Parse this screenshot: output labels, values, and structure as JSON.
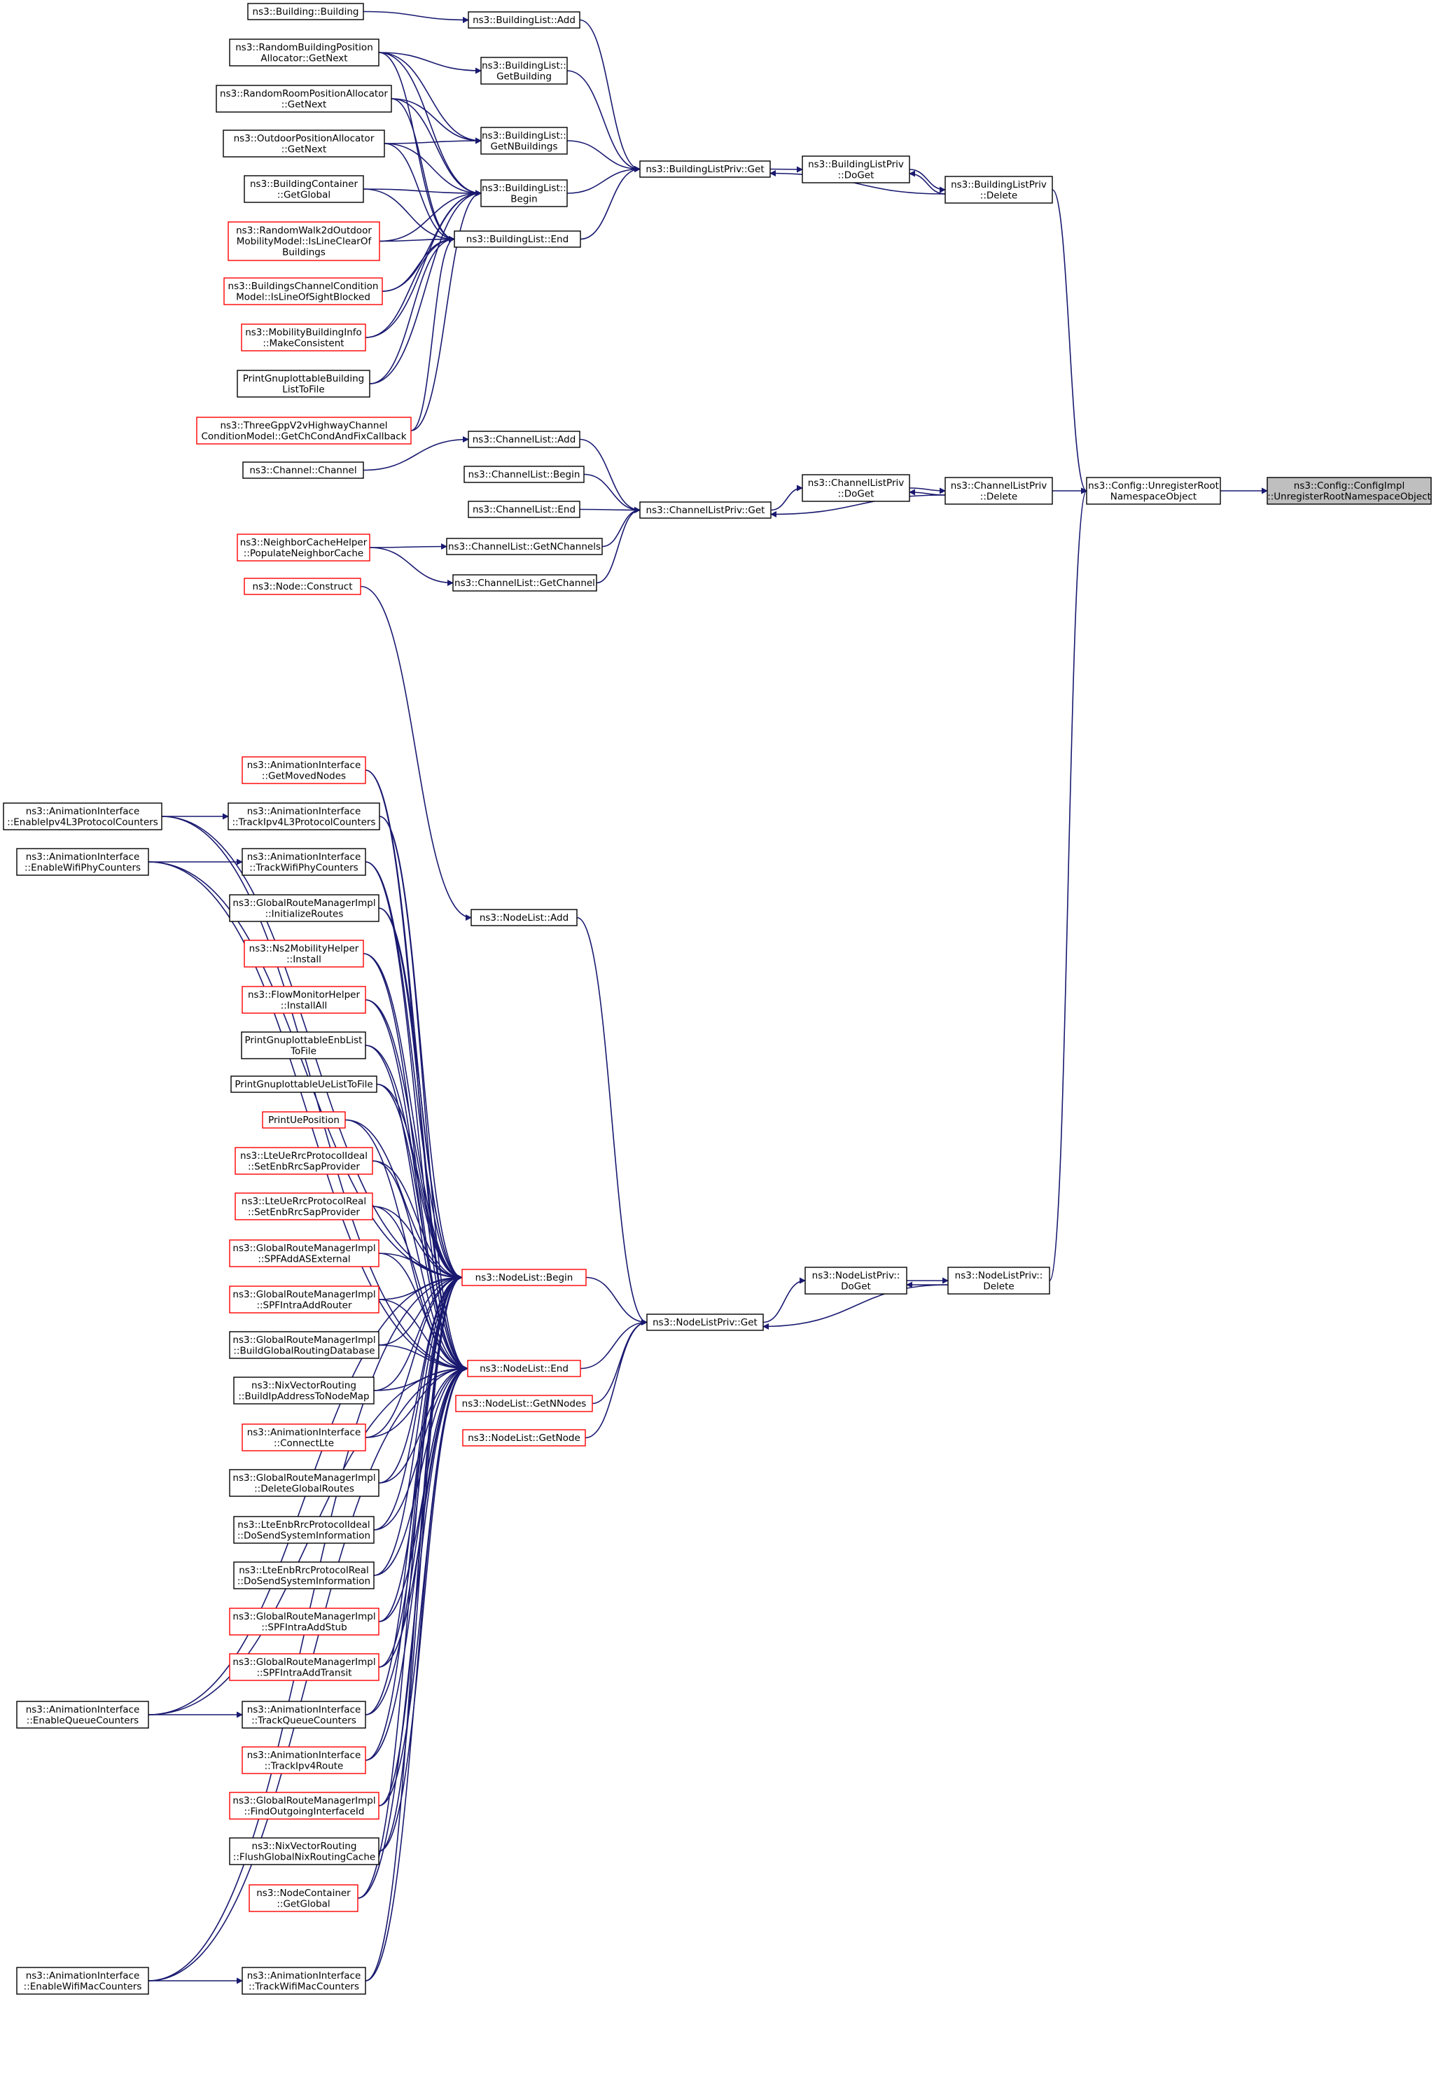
{
  "graph": {
    "title": "",
    "nodes": [
      {
        "id": "root",
        "lines": [
          "ns3::Config::ConfigImpl",
          "::UnregisterRootNamespaceObject"
        ],
        "style": "root"
      },
      {
        "id": "unreg",
        "lines": [
          "ns3::Config::UnregisterRoot",
          "NamespaceObject"
        ],
        "style": "black"
      },
      {
        "id": "blpDelete",
        "lines": [
          "ns3::BuildingListPriv",
          "::Delete"
        ],
        "style": "black"
      },
      {
        "id": "blpDoGet",
        "lines": [
          "ns3::BuildingListPriv",
          "::DoGet"
        ],
        "style": "black"
      },
      {
        "id": "blpGet",
        "lines": [
          "ns3::BuildingListPriv::Get"
        ],
        "style": "black"
      },
      {
        "id": "blAdd",
        "lines": [
          "ns3::BuildingList::Add"
        ],
        "style": "black"
      },
      {
        "id": "blGetBuilding",
        "lines": [
          "ns3::BuildingList::",
          "GetBuilding"
        ],
        "style": "black"
      },
      {
        "id": "blGetN",
        "lines": [
          "ns3::BuildingList::",
          "GetNBuildings"
        ],
        "style": "black"
      },
      {
        "id": "blBegin",
        "lines": [
          "ns3::BuildingList::",
          "Begin"
        ],
        "style": "black"
      },
      {
        "id": "blEnd",
        "lines": [
          "ns3::BuildingList::End"
        ],
        "style": "black"
      },
      {
        "id": "building",
        "lines": [
          "ns3::Building::Building"
        ],
        "style": "black"
      },
      {
        "id": "rbpa",
        "lines": [
          "ns3::RandomBuildingPosition",
          "Allocator::GetNext"
        ],
        "style": "black"
      },
      {
        "id": "rrpa",
        "lines": [
          "ns3::RandomRoomPositionAllocator",
          "::GetNext"
        ],
        "style": "black"
      },
      {
        "id": "opa",
        "lines": [
          "ns3::OutdoorPositionAllocator",
          "::GetNext"
        ],
        "style": "black"
      },
      {
        "id": "bcGlobal",
        "lines": [
          "ns3::BuildingContainer",
          "::GetGlobal"
        ],
        "style": "black"
      },
      {
        "id": "rw2d",
        "lines": [
          "ns3::RandomWalk2dOutdoor",
          "MobilityModel::IsLineClearOf",
          "Buildings"
        ],
        "style": "red"
      },
      {
        "id": "bccm",
        "lines": [
          "ns3::BuildingsChannelCondition",
          "Model::IsLineOfSightBlocked"
        ],
        "style": "red"
      },
      {
        "id": "mbi",
        "lines": [
          "ns3::MobilityBuildingInfo",
          "::MakeConsistent"
        ],
        "style": "red"
      },
      {
        "id": "pgbl",
        "lines": [
          "PrintGnuplottableBuilding",
          "ListToFile"
        ],
        "style": "black"
      },
      {
        "id": "tgpp",
        "lines": [
          "ns3::ThreeGppV2vHighwayChannel",
          "ConditionModel::GetChCondAndFixCallback"
        ],
        "style": "red"
      },
      {
        "id": "clAdd",
        "lines": [
          "ns3::ChannelList::Add"
        ],
        "style": "black"
      },
      {
        "id": "channel",
        "lines": [
          "ns3::Channel::Channel"
        ],
        "style": "black"
      },
      {
        "id": "clBegin",
        "lines": [
          "ns3::ChannelList::Begin"
        ],
        "style": "black"
      },
      {
        "id": "clEnd",
        "lines": [
          "ns3::ChannelList::End"
        ],
        "style": "black"
      },
      {
        "id": "clpGet",
        "lines": [
          "ns3::ChannelListPriv::Get"
        ],
        "style": "black"
      },
      {
        "id": "clpDoGet",
        "lines": [
          "ns3::ChannelListPriv",
          "::DoGet"
        ],
        "style": "black"
      },
      {
        "id": "clpDelete",
        "lines": [
          "ns3::ChannelListPriv",
          "::Delete"
        ],
        "style": "black"
      },
      {
        "id": "nch",
        "lines": [
          "ns3::NeighborCacheHelper",
          "::PopulateNeighborCache"
        ],
        "style": "red"
      },
      {
        "id": "clGetN",
        "lines": [
          "ns3::ChannelList::GetNChannels"
        ],
        "style": "black"
      },
      {
        "id": "clGetCh",
        "lines": [
          "ns3::ChannelList::GetChannel"
        ],
        "style": "black"
      },
      {
        "id": "nodeConstruct",
        "lines": [
          "ns3::Node::Construct"
        ],
        "style": "red"
      },
      {
        "id": "nlAdd",
        "lines": [
          "ns3::NodeList::Add"
        ],
        "style": "black"
      },
      {
        "id": "nlBegin",
        "lines": [
          "ns3::NodeList::Begin"
        ],
        "style": "red"
      },
      {
        "id": "nlEnd",
        "lines": [
          "ns3::NodeList::End"
        ],
        "style": "red"
      },
      {
        "id": "nlGetN",
        "lines": [
          "ns3::NodeList::GetNNodes"
        ],
        "style": "red"
      },
      {
        "id": "nlGetNode",
        "lines": [
          "ns3::NodeList::GetNode"
        ],
        "style": "red"
      },
      {
        "id": "nlpGet",
        "lines": [
          "ns3::NodeListPriv::Get"
        ],
        "style": "black"
      },
      {
        "id": "nlpDoGet",
        "lines": [
          "ns3::NodeListPriv::",
          "DoGet"
        ],
        "style": "black"
      },
      {
        "id": "nlpDelete",
        "lines": [
          "ns3::NodeListPriv::",
          "Delete"
        ],
        "style": "black"
      },
      {
        "id": "aiEnIpv4",
        "lines": [
          "ns3::AnimationInterface",
          "::EnableIpv4L3ProtocolCounters"
        ],
        "style": "black"
      },
      {
        "id": "aiEnWifiPhy",
        "lines": [
          "ns3::AnimationInterface",
          "::EnableWifiPhyCounters"
        ],
        "style": "black"
      },
      {
        "id": "aiEnQueue",
        "lines": [
          "ns3::AnimationInterface",
          "::EnableQueueCounters"
        ],
        "style": "black"
      },
      {
        "id": "aiEnWifiMac",
        "lines": [
          "ns3::AnimationInterface",
          "::EnableWifiMacCounters"
        ],
        "style": "black"
      },
      {
        "id": "aiMoved",
        "lines": [
          "ns3::AnimationInterface",
          "::GetMovedNodes"
        ],
        "style": "red"
      },
      {
        "id": "aiTrIpv4",
        "lines": [
          "ns3::AnimationInterface",
          "::TrackIpv4L3ProtocolCounters"
        ],
        "style": "black"
      },
      {
        "id": "aiTrWifiPhy",
        "lines": [
          "ns3::AnimationInterface",
          "::TrackWifiPhyCounters"
        ],
        "style": "black"
      },
      {
        "id": "grmInit",
        "lines": [
          "ns3::GlobalRouteManagerImpl",
          "::InitializeRoutes"
        ],
        "style": "black"
      },
      {
        "id": "ns2",
        "lines": [
          "ns3::Ns2MobilityHelper",
          "::Install"
        ],
        "style": "red"
      },
      {
        "id": "fmh",
        "lines": [
          "ns3::FlowMonitorHelper",
          "::InstallAll"
        ],
        "style": "red"
      },
      {
        "id": "pgEnb",
        "lines": [
          "PrintGnuplottableEnbList",
          "ToFile"
        ],
        "style": "black"
      },
      {
        "id": "pgUe",
        "lines": [
          "PrintGnuplottableUeListToFile"
        ],
        "style": "black"
      },
      {
        "id": "pUe",
        "lines": [
          "PrintUePosition"
        ],
        "style": "red"
      },
      {
        "id": "lteIdealSet",
        "lines": [
          "ns3::LteUeRrcProtocolIdeal",
          "::SetEnbRrcSapProvider"
        ],
        "style": "red"
      },
      {
        "id": "lteRealSet",
        "lines": [
          "ns3::LteUeRrcProtocolReal",
          "::SetEnbRrcSapProvider"
        ],
        "style": "red"
      },
      {
        "id": "grmAS",
        "lines": [
          "ns3::GlobalRouteManagerImpl",
          "::SPFAddASExternal"
        ],
        "style": "red"
      },
      {
        "id": "grmRouter",
        "lines": [
          "ns3::GlobalRouteManagerImpl",
          "::SPFIntraAddRouter"
        ],
        "style": "red"
      },
      {
        "id": "grmBuild",
        "lines": [
          "ns3::GlobalRouteManagerImpl",
          "::BuildGlobalRoutingDatabase"
        ],
        "style": "black"
      },
      {
        "id": "nixBuild",
        "lines": [
          "ns3::NixVectorRouting",
          "::BuildIpAddressToNodeMap"
        ],
        "style": "black"
      },
      {
        "id": "aiLte",
        "lines": [
          "ns3::AnimationInterface",
          "::ConnectLte"
        ],
        "style": "red"
      },
      {
        "id": "grmDel",
        "lines": [
          "ns3::GlobalRouteManagerImpl",
          "::DeleteGlobalRoutes"
        ],
        "style": "black"
      },
      {
        "id": "enbIdeal",
        "lines": [
          "ns3::LteEnbRrcProtocolIdeal",
          "::DoSendSystemInformation"
        ],
        "style": "black"
      },
      {
        "id": "enbReal",
        "lines": [
          "ns3::LteEnbRrcProtocolReal",
          "::DoSendSystemInformation"
        ],
        "style": "black"
      },
      {
        "id": "grmStub",
        "lines": [
          "ns3::GlobalRouteManagerImpl",
          "::SPFIntraAddStub"
        ],
        "style": "red"
      },
      {
        "id": "grmTransit",
        "lines": [
          "ns3::GlobalRouteManagerImpl",
          "::SPFIntraAddTransit"
        ],
        "style": "red"
      },
      {
        "id": "aiTrQueue",
        "lines": [
          "ns3::AnimationInterface",
          "::TrackQueueCounters"
        ],
        "style": "black"
      },
      {
        "id": "aiTrIpv4Route",
        "lines": [
          "ns3::AnimationInterface",
          "::TrackIpv4Route"
        ],
        "style": "red"
      },
      {
        "id": "grmFind",
        "lines": [
          "ns3::GlobalRouteManagerImpl",
          "::FindOutgoingInterfaceId"
        ],
        "style": "red"
      },
      {
        "id": "nixFlush",
        "lines": [
          "ns3::NixVectorRouting",
          "::FlushGlobalNixRoutingCache"
        ],
        "style": "black"
      },
      {
        "id": "ncGlobal",
        "lines": [
          "ns3::NodeContainer",
          "::GetGlobal"
        ],
        "style": "red"
      },
      {
        "id": "aiTrWifiMac",
        "lines": [
          "ns3::AnimationInterface",
          "::TrackWifiMacCounters"
        ],
        "style": "black"
      }
    ],
    "edges": [
      {
        "from": "unreg",
        "to": "root"
      },
      {
        "from": "blpDelete",
        "to": "unreg"
      },
      {
        "from": "clpDelete",
        "to": "unreg"
      },
      {
        "from": "nlpDelete",
        "to": "unreg"
      },
      {
        "from": "blpDoGet",
        "to": "blpDelete"
      },
      {
        "from": "blpDelete",
        "to": "blpDoGet"
      },
      {
        "from": "blpDelete",
        "to": "blpGet"
      },
      {
        "from": "blpGet",
        "to": "blpDoGet"
      },
      {
        "from": "blAdd",
        "to": "blpGet"
      },
      {
        "from": "blGetBuilding",
        "to": "blpGet"
      },
      {
        "from": "blGetN",
        "to": "blpGet"
      },
      {
        "from": "blBegin",
        "to": "blpGet"
      },
      {
        "from": "blEnd",
        "to": "blpGet"
      },
      {
        "from": "building",
        "to": "blAdd"
      },
      {
        "from": "rbpa",
        "to": "blGetBuilding"
      },
      {
        "from": "rbpa",
        "to": "blGetN"
      },
      {
        "from": "rbpa",
        "to": "blBegin"
      },
      {
        "from": "rbpa",
        "to": "blEnd"
      },
      {
        "from": "rrpa",
        "to": "blGetN"
      },
      {
        "from": "rrpa",
        "to": "blBegin"
      },
      {
        "from": "rrpa",
        "to": "blEnd"
      },
      {
        "from": "opa",
        "to": "blGetN"
      },
      {
        "from": "opa",
        "to": "blBegin"
      },
      {
        "from": "opa",
        "to": "blEnd"
      },
      {
        "from": "bcGlobal",
        "to": "blBegin"
      },
      {
        "from": "bcGlobal",
        "to": "blEnd"
      },
      {
        "from": "rw2d",
        "to": "blBegin"
      },
      {
        "from": "rw2d",
        "to": "blEnd"
      },
      {
        "from": "bccm",
        "to": "blBegin"
      },
      {
        "from": "bccm",
        "to": "blEnd"
      },
      {
        "from": "mbi",
        "to": "blBegin"
      },
      {
        "from": "mbi",
        "to": "blEnd"
      },
      {
        "from": "pgbl",
        "to": "blBegin"
      },
      {
        "from": "pgbl",
        "to": "blEnd"
      },
      {
        "from": "tgpp",
        "to": "blBegin"
      },
      {
        "from": "tgpp",
        "to": "blEnd"
      },
      {
        "from": "clpDoGet",
        "to": "clpDelete"
      },
      {
        "from": "clpDelete",
        "to": "clpDoGet"
      },
      {
        "from": "clpDelete",
        "to": "clpGet"
      },
      {
        "from": "clpGet",
        "to": "clpDoGet"
      },
      {
        "from": "clAdd",
        "to": "clpGet"
      },
      {
        "from": "clBegin",
        "to": "clpGet"
      },
      {
        "from": "clEnd",
        "to": "clpGet"
      },
      {
        "from": "clGetN",
        "to": "clpGet"
      },
      {
        "from": "clGetCh",
        "to": "clpGet"
      },
      {
        "from": "channel",
        "to": "clAdd"
      },
      {
        "from": "nch",
        "to": "clGetN"
      },
      {
        "from": "nch",
        "to": "clGetCh"
      },
      {
        "from": "nlpDoGet",
        "to": "nlpDelete"
      },
      {
        "from": "nlpDelete",
        "to": "nlpDoGet"
      },
      {
        "from": "nlpDelete",
        "to": "nlpGet"
      },
      {
        "from": "nlpGet",
        "to": "nlpDoGet"
      },
      {
        "from": "nlAdd",
        "to": "nlpGet"
      },
      {
        "from": "nlBegin",
        "to": "nlpGet"
      },
      {
        "from": "nlEnd",
        "to": "nlpGet"
      },
      {
        "from": "nlGetN",
        "to": "nlpGet"
      },
      {
        "from": "nlGetNode",
        "to": "nlpGet"
      },
      {
        "from": "nodeConstruct",
        "to": "nlAdd"
      },
      {
        "from": "aiEnIpv4",
        "to": "aiTrIpv4"
      },
      {
        "from": "aiEnWifiPhy",
        "to": "aiTrWifiPhy"
      },
      {
        "from": "aiEnQueue",
        "to": "aiTrQueue"
      },
      {
        "from": "aiEnWifiMac",
        "to": "aiTrWifiMac"
      },
      {
        "from": "aiEnIpv4",
        "to": "nlBegin"
      },
      {
        "from": "aiEnIpv4",
        "to": "nlEnd"
      },
      {
        "from": "aiEnWifiPhy",
        "to": "nlBegin"
      },
      {
        "from": "aiEnWifiPhy",
        "to": "nlEnd"
      },
      {
        "from": "aiEnQueue",
        "to": "nlBegin"
      },
      {
        "from": "aiEnQueue",
        "to": "nlEnd"
      },
      {
        "from": "aiEnWifiMac",
        "to": "nlBegin"
      },
      {
        "from": "aiEnWifiMac",
        "to": "nlEnd"
      },
      {
        "from": "aiMoved",
        "to": "nlBegin"
      },
      {
        "from": "aiMoved",
        "to": "nlEnd"
      },
      {
        "from": "aiTrIpv4",
        "to": "nlBegin"
      },
      {
        "from": "aiTrIpv4",
        "to": "nlEnd"
      },
      {
        "from": "aiTrWifiPhy",
        "to": "nlBegin"
      },
      {
        "from": "aiTrWifiPhy",
        "to": "nlEnd"
      },
      {
        "from": "grmInit",
        "to": "nlBegin"
      },
      {
        "from": "grmInit",
        "to": "nlEnd"
      },
      {
        "from": "ns2",
        "to": "nlBegin"
      },
      {
        "from": "ns2",
        "to": "nlEnd"
      },
      {
        "from": "fmh",
        "to": "nlBegin"
      },
      {
        "from": "fmh",
        "to": "nlEnd"
      },
      {
        "from": "pgEnb",
        "to": "nlBegin"
      },
      {
        "from": "pgEnb",
        "to": "nlEnd"
      },
      {
        "from": "pgUe",
        "to": "nlBegin"
      },
      {
        "from": "pgUe",
        "to": "nlEnd"
      },
      {
        "from": "pUe",
        "to": "nlBegin"
      },
      {
        "from": "pUe",
        "to": "nlEnd"
      },
      {
        "from": "lteIdealSet",
        "to": "nlBegin"
      },
      {
        "from": "lteIdealSet",
        "to": "nlEnd"
      },
      {
        "from": "lteRealSet",
        "to": "nlBegin"
      },
      {
        "from": "lteRealSet",
        "to": "nlEnd"
      },
      {
        "from": "grmAS",
        "to": "nlBegin"
      },
      {
        "from": "grmAS",
        "to": "nlEnd"
      },
      {
        "from": "grmRouter",
        "to": "nlBegin"
      },
      {
        "from": "grmRouter",
        "to": "nlEnd"
      },
      {
        "from": "grmBuild",
        "to": "nlBegin"
      },
      {
        "from": "grmBuild",
        "to": "nlEnd"
      },
      {
        "from": "nixBuild",
        "to": "nlBegin"
      },
      {
        "from": "nixBuild",
        "to": "nlEnd"
      },
      {
        "from": "aiLte",
        "to": "nlBegin"
      },
      {
        "from": "aiLte",
        "to": "nlEnd"
      },
      {
        "from": "grmDel",
        "to": "nlBegin"
      },
      {
        "from": "grmDel",
        "to": "nlEnd"
      },
      {
        "from": "enbIdeal",
        "to": "nlBegin"
      },
      {
        "from": "enbIdeal",
        "to": "nlEnd"
      },
      {
        "from": "enbReal",
        "to": "nlBegin"
      },
      {
        "from": "enbReal",
        "to": "nlEnd"
      },
      {
        "from": "grmStub",
        "to": "nlBegin"
      },
      {
        "from": "grmStub",
        "to": "nlEnd"
      },
      {
        "from": "grmTransit",
        "to": "nlBegin"
      },
      {
        "from": "grmTransit",
        "to": "nlEnd"
      },
      {
        "from": "aiTrQueue",
        "to": "nlBegin"
      },
      {
        "from": "aiTrQueue",
        "to": "nlEnd"
      },
      {
        "from": "aiTrIpv4Route",
        "to": "nlBegin"
      },
      {
        "from": "aiTrIpv4Route",
        "to": "nlEnd"
      },
      {
        "from": "grmFind",
        "to": "nlBegin"
      },
      {
        "from": "grmFind",
        "to": "nlEnd"
      },
      {
        "from": "nixFlush",
        "to": "nlBegin"
      },
      {
        "from": "nixFlush",
        "to": "nlEnd"
      },
      {
        "from": "ncGlobal",
        "to": "nlBegin"
      },
      {
        "from": "ncGlobal",
        "to": "nlEnd"
      },
      {
        "from": "aiTrWifiMac",
        "to": "nlBegin"
      },
      {
        "from": "aiTrWifiMac",
        "to": "nlEnd"
      }
    ]
  }
}
